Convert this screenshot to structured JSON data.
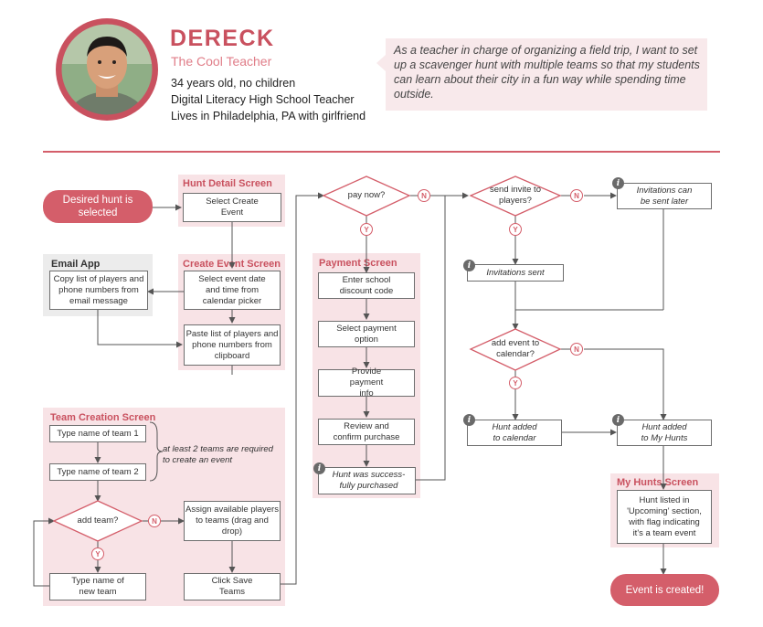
{
  "persona": {
    "name": "DERECK",
    "role": "The Cool Teacher",
    "bio": [
      "34 years old, no children",
      "Digital Literacy High School Teacher",
      "Lives in Philadelphia, PA with girlfriend"
    ],
    "quote": "As a teacher in charge of organizing a field trip, I want to set up a scavenger hunt with multiple teams so that my students can learn about their city in a fun way while spending time outside."
  },
  "colors": {
    "accent": "#d45e6a",
    "panel": "#f8e3e6",
    "gray_panel": "#ececec"
  },
  "flow": {
    "start": "Desired hunt is selected",
    "hunt_detail": {
      "title": "Hunt Detail Screen",
      "select": "Select Create Event"
    },
    "email_app": {
      "title": "Email App",
      "copy": "Copy list of players and phone numbers from email message"
    },
    "create_event": {
      "title": "Create Event Screen",
      "select_date": "Select event date and time from calendar picker",
      "paste": "Paste list of players and phone numbers from clipboard"
    },
    "team_creation": {
      "title": "Team Creation Screen",
      "team1": "Type name of team 1",
      "team2": "Type name of team 2",
      "note": "at least 2 teams are required to create an event",
      "add_team": "add team?",
      "assign": "Assign available players to teams (drag and drop)",
      "new_team": "Type name of new team",
      "save": "Click Save Teams"
    },
    "pay_now": "pay now?",
    "payment": {
      "title": "Payment Screen",
      "discount": "Enter school discount code",
      "select_payment": "Select payment option",
      "provide": "Provide payment info",
      "review": "Review and confirm purchase",
      "success": "Hunt was success-fully purchased"
    },
    "send_invite": "send invite to players?",
    "invites_later": "Invitations can be sent later",
    "invites_sent": "Invitations sent",
    "add_calendar": "add event to calendar?",
    "added_calendar": "Hunt added to calendar",
    "added_myhunts": "Hunt added to My Hunts",
    "myhunts": {
      "title": "My Hunts Screen",
      "listed": "Hunt listed in 'Upcoming' section, with flag indicating it's a team event"
    },
    "end": "Event is created!",
    "yes": "Y",
    "no": "N",
    "info": "i"
  }
}
